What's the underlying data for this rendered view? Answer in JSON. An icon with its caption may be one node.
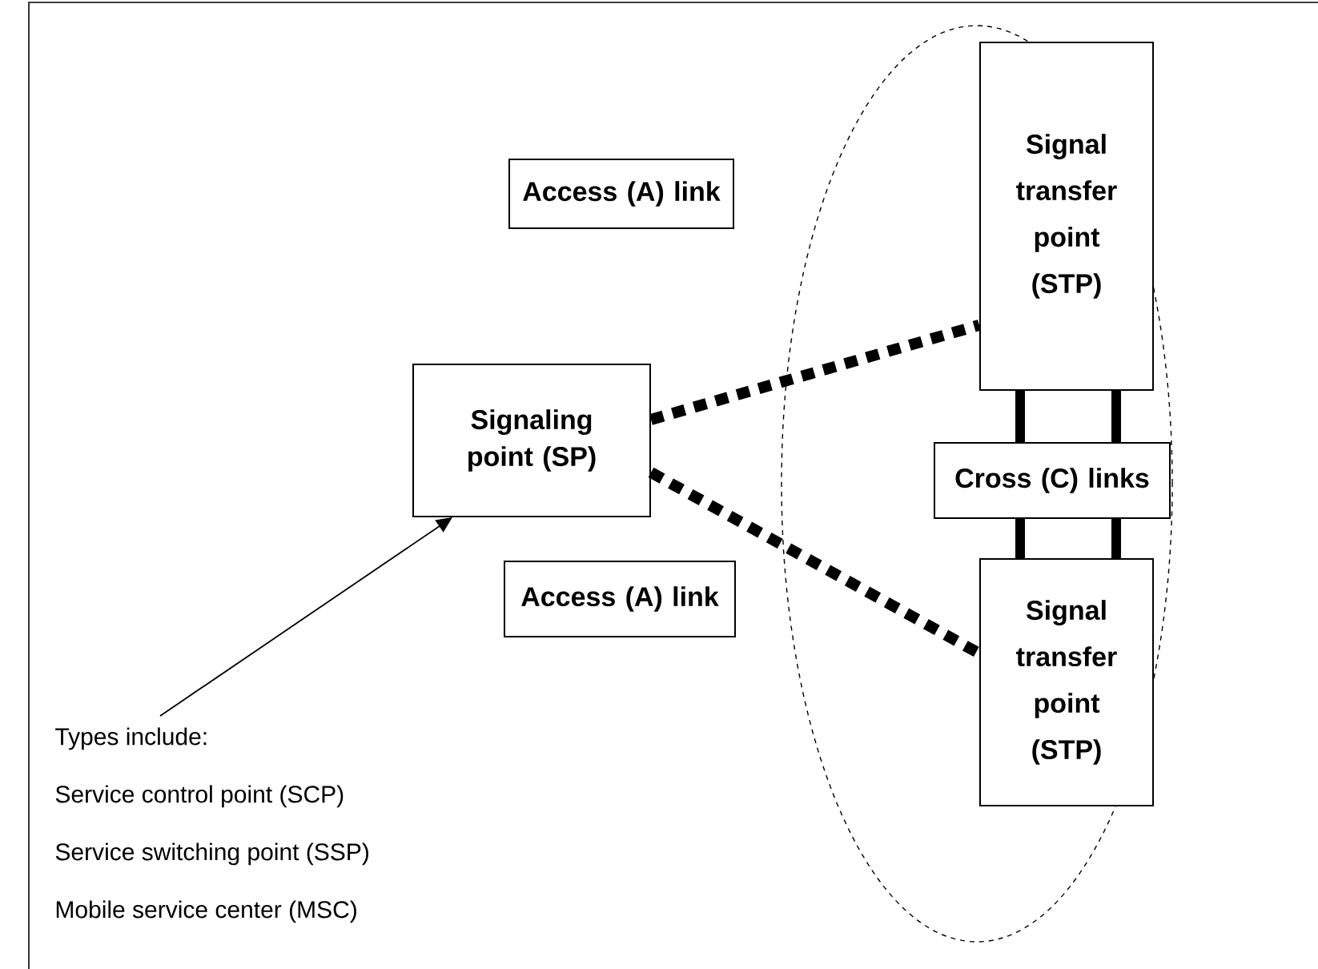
{
  "diagram": {
    "nodes": [
      {
        "text": [],
        "shape": "ellipse"
      },
      {
        "text": [
          "Signal transfer point (STP)"
        ],
        "in": 0
      },
      {
        "text": [
          "Access (A) link"
        ]
      },
      {
        "text": [
          "Signaling point (SP)"
        ]
      },
      {
        "text": [
          "Cross (C) links"
        ],
        "in": 0
      },
      {
        "text": [
          "Access (A) link"
        ]
      },
      {
        "text": [
          "Signal transfer point (STP)"
        ],
        "in": 0
      },
      {
        "text": [
          "Types include:",
          "Service control point (SCP)",
          "Service switching point (SSP)",
          "Mobile service center (MSC)"
        ]
      }
    ],
    "edges": [
      {
        "from": 3,
        "to": 1,
        "arrow": "none",
        "style": "dashed"
      },
      {
        "from": 3,
        "to": 6,
        "arrow": "none",
        "style": "dashed"
      },
      {
        "from": 1,
        "to": 4,
        "arrow": "none"
      },
      {
        "from": 1,
        "to": 4,
        "arrow": "none"
      },
      {
        "from": 4,
        "to": 6,
        "arrow": "none"
      },
      {
        "from": 4,
        "to": 6,
        "arrow": "none"
      },
      {
        "from": 7,
        "to": 3,
        "arrow": "to"
      }
    ]
  }
}
